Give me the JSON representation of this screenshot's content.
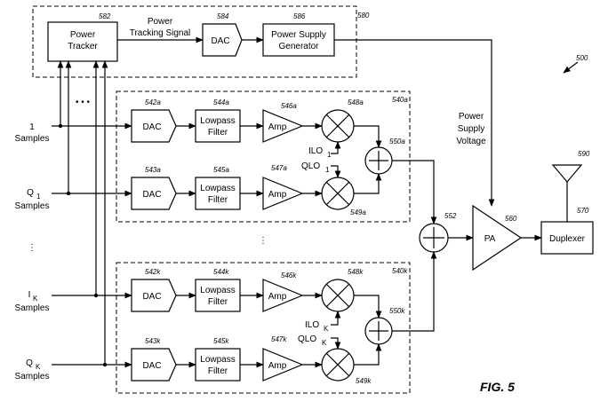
{
  "figure": {
    "caption": "FIG. 5",
    "ref_number": "500",
    "ellipsis": "• • •",
    "vdots": "⋮"
  },
  "control": {
    "box_ref": "580",
    "tracker": {
      "ref": "582",
      "line1": "Power",
      "line2": "Tracker"
    },
    "tracking_signal": {
      "line1": "Power",
      "line2": "Tracking Signal"
    },
    "dac": {
      "ref": "584",
      "label": "DAC"
    },
    "supply": {
      "ref": "586",
      "line1": "Power Supply",
      "line2": "Generator"
    },
    "supply_voltage": {
      "line1": "Power",
      "line2": "Supply",
      "line3": "Voltage"
    }
  },
  "inputs": [
    {
      "name": "1",
      "sub": "",
      "word": "Samples"
    },
    {
      "name": "Q",
      "sub": "1",
      "word": "Samples"
    },
    {
      "name": "I",
      "sub": "K",
      "word": "Samples"
    },
    {
      "name": "Q",
      "sub": "K",
      "word": "Samples"
    }
  ],
  "transmitters": [
    {
      "box_ref": "540a",
      "combiner_ref": "550a",
      "ilo": {
        "name": "ILO",
        "sub": "1"
      },
      "qlo": {
        "name": "QLO",
        "sub": "1"
      },
      "lanes": [
        {
          "dac_ref": "542a",
          "dac_label": "DAC",
          "filter_ref": "544a",
          "filter_line1": "Lowpass",
          "filter_line2": "Filter",
          "amp_ref": "546a",
          "amp_label": "Amp",
          "mixer_ref": "548a"
        },
        {
          "dac_ref": "543a",
          "dac_label": "DAC",
          "filter_ref": "545a",
          "filter_line1": "Lowpass",
          "filter_line2": "Filter",
          "amp_ref": "547a",
          "amp_label": "Amp",
          "mixer_ref": "549a"
        }
      ]
    },
    {
      "box_ref": "540k",
      "combiner_ref": "550k",
      "ilo": {
        "name": "ILO",
        "sub": "K"
      },
      "qlo": {
        "name": "QLO",
        "sub": "K"
      },
      "lanes": [
        {
          "dac_ref": "542k",
          "dac_label": "DAC",
          "filter_ref": "544k",
          "filter_line1": "Lowpass",
          "filter_line2": "Filter",
          "amp_ref": "546k",
          "amp_label": "Amp",
          "mixer_ref": "548k"
        },
        {
          "dac_ref": "543k",
          "dac_label": "DAC",
          "filter_ref": "545k",
          "filter_line1": "Lowpass",
          "filter_line2": "Filter",
          "amp_ref": "547k",
          "amp_label": "Amp",
          "mixer_ref": "549k"
        }
      ]
    }
  ],
  "output": {
    "summer_ref": "552",
    "pa": {
      "ref": "560",
      "label": "PA"
    },
    "duplexer": {
      "ref": "570",
      "label": "Duplexer"
    },
    "antenna_ref": "590"
  }
}
